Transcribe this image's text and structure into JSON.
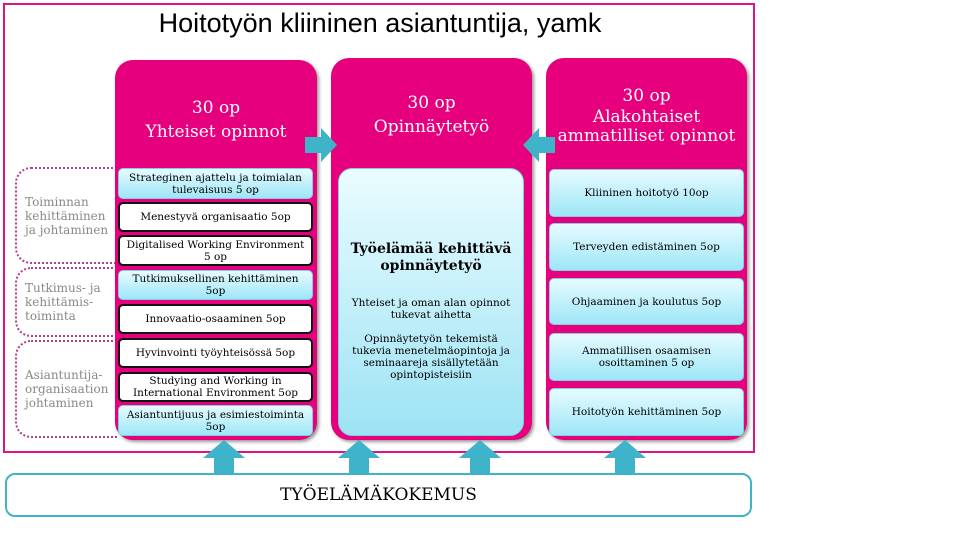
{
  "title": "Hoitotyön kliininen asiantuntija, yamk",
  "columns": [
    {
      "credits": "30 op",
      "name": "Yhteiset opinnot",
      "courses": [
        "Strateginen ajattelu ja toimialan tulevaisuus 5 op",
        "Menestyvä organisaatio 5op",
        "Digitalised Working Environment 5 op",
        "Tutkimuksellinen kehittäminen 5op",
        "Innovaatio-osaaminen 5op",
        "Hyvinvointi työyhteisössä 5op",
        "Studying and Working in International Environment 5op",
        "Asiantuntijuus ja esimiestoiminta 5op"
      ]
    },
    {
      "credits": "30 op",
      "name": "Opinnäytetyö",
      "box_title": "Työelämää kehittävä opinnäytetyö",
      "box_text1": "Yhteiset ja oman alan opinnot tukevat aihetta",
      "box_text2": "Opinnäytetyön tekemistä tukevia menetelmäopintoja ja seminaareja sisällytetään opintopisteisiin"
    },
    {
      "credits": "30 op",
      "name": "Alakohtaiset ammatilliset opinnot",
      "courses": [
        "Kliininen hoitotyö 10op",
        "Terveyden edistäminen 5op",
        "Ohjaaminen ja koulutus 5op",
        "Ammatillisen osaamisen osoittaminen 5 op",
        "Hoitotyön kehittäminen 5op"
      ]
    }
  ],
  "themes": [
    "Toiminnan kehittäminen ja johtaminen",
    "Tutkimus- ja kehittämis-toiminta",
    "Asiantuntija-organisaation johtaminen"
  ],
  "footer": "TYÖELÄMÄKOKEMUS",
  "colors": {
    "pink": "#e6007e",
    "cyan": "#9ee6f7",
    "teal": "#3fb3c9"
  }
}
